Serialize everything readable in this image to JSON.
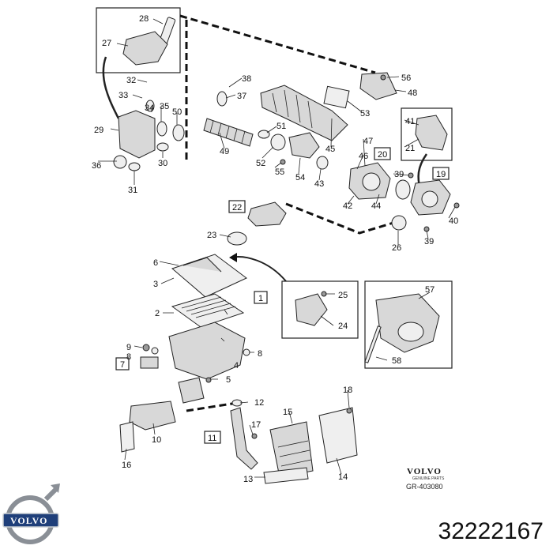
{
  "diagram": {
    "callouts": [
      {
        "id": "c28",
        "text": "28"
      },
      {
        "id": "c27",
        "text": "27"
      },
      {
        "id": "c32",
        "text": "32"
      },
      {
        "id": "c33",
        "text": "33"
      },
      {
        "id": "c34",
        "text": "34"
      },
      {
        "id": "c35",
        "text": "35"
      },
      {
        "id": "c50",
        "text": "50"
      },
      {
        "id": "c29",
        "text": "29"
      },
      {
        "id": "c36",
        "text": "36"
      },
      {
        "id": "c30",
        "text": "30"
      },
      {
        "id": "c31",
        "text": "31"
      },
      {
        "id": "c38",
        "text": "38"
      },
      {
        "id": "c37",
        "text": "37"
      },
      {
        "id": "c49",
        "text": "49"
      },
      {
        "id": "c51",
        "text": "51"
      },
      {
        "id": "c52",
        "text": "52"
      },
      {
        "id": "c55",
        "text": "55"
      },
      {
        "id": "c54",
        "text": "54"
      },
      {
        "id": "c45",
        "text": "45"
      },
      {
        "id": "c43",
        "text": "43"
      },
      {
        "id": "c56",
        "text": "56"
      },
      {
        "id": "c48",
        "text": "48"
      },
      {
        "id": "c53",
        "text": "53"
      },
      {
        "id": "c47",
        "text": "47"
      },
      {
        "id": "c46",
        "text": "46"
      },
      {
        "id": "c42",
        "text": "42"
      },
      {
        "id": "c44",
        "text": "44"
      },
      {
        "id": "c41",
        "text": "41"
      },
      {
        "id": "c21",
        "text": "21"
      },
      {
        "id": "c39a",
        "text": "39"
      },
      {
        "id": "c40",
        "text": "40"
      },
      {
        "id": "c39b",
        "text": "39"
      },
      {
        "id": "c26",
        "text": "26"
      },
      {
        "id": "c23",
        "text": "23"
      },
      {
        "id": "c6",
        "text": "6"
      },
      {
        "id": "c3",
        "text": "3"
      },
      {
        "id": "c2",
        "text": "2"
      },
      {
        "id": "c9",
        "text": "9"
      },
      {
        "id": "c8a",
        "text": "8"
      },
      {
        "id": "c8b",
        "text": "8"
      },
      {
        "id": "c4",
        "text": "4"
      },
      {
        "id": "c5",
        "text": "5"
      },
      {
        "id": "c25",
        "text": "25"
      },
      {
        "id": "c24",
        "text": "24"
      },
      {
        "id": "c57",
        "text": "57"
      },
      {
        "id": "c58",
        "text": "58"
      },
      {
        "id": "c12",
        "text": "12"
      },
      {
        "id": "c10",
        "text": "10"
      },
      {
        "id": "c16",
        "text": "16"
      },
      {
        "id": "c17",
        "text": "17"
      },
      {
        "id": "c15",
        "text": "15"
      },
      {
        "id": "c18",
        "text": "18"
      },
      {
        "id": "c14",
        "text": "14"
      },
      {
        "id": "c13",
        "text": "13"
      }
    ],
    "boxed_labels": [
      {
        "id": "b20",
        "text": "20"
      },
      {
        "id": "b19",
        "text": "19"
      },
      {
        "id": "b22",
        "text": "22"
      },
      {
        "id": "b1",
        "text": "1"
      },
      {
        "id": "b7",
        "text": "7"
      },
      {
        "id": "b11",
        "text": "11"
      }
    ],
    "brand_stamp": {
      "brand": "VOLVO",
      "tagline": "GENUINE PARTS",
      "ref": "GR-403080"
    }
  },
  "logo": {
    "word": "VOLVO",
    "icon": "volvo-iron-mark-icon"
  },
  "part_number": "32222167",
  "colors": {
    "ink": "#111111",
    "part_fill": "#d8d8d8",
    "logo_blue": "#1f3f7a",
    "logo_ring": "#8a8f96"
  }
}
